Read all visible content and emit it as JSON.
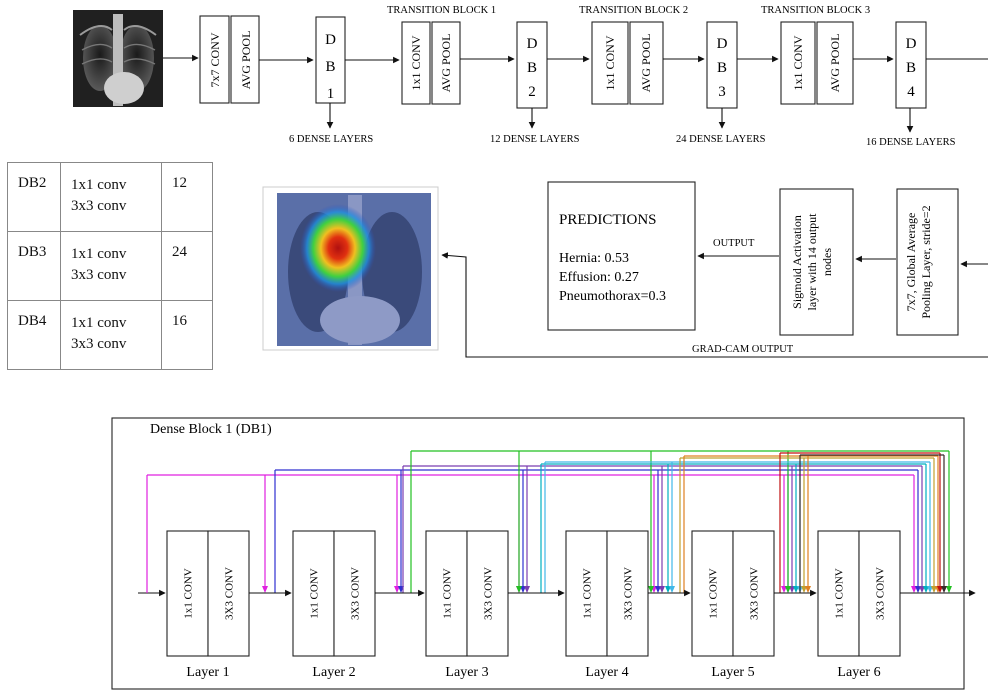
{
  "pipeline": {
    "first_conv": "7x7 CONV",
    "first_pool": "AVG POOL",
    "dense_blocks": [
      {
        "letters": [
          "D",
          "B",
          "1"
        ],
        "layers_label": "6 DENSE LAYERS"
      },
      {
        "letters": [
          "D",
          "B",
          "2"
        ],
        "layers_label": "12 DENSE LAYERS"
      },
      {
        "letters": [
          "D",
          "B",
          "3"
        ],
        "layers_label": "24 DENSE LAYERS"
      },
      {
        "letters": [
          "D",
          "B",
          "4"
        ],
        "layers_label": "16  DENSE LAYERS"
      }
    ],
    "transition_blocks": [
      {
        "title": "TRANSITION BLOCK 1",
        "conv": "1x1 CONV",
        "pool": "AVG POOL"
      },
      {
        "title": "TRANSITION BLOCK 2",
        "conv": "1x1 CONV",
        "pool": "AVG POOL"
      },
      {
        "title": "TRANSITION BLOCK 3",
        "conv": "1x1 CONV",
        "pool": "AVG POOL"
      }
    ]
  },
  "db_table": [
    {
      "block": "DB2",
      "ops": [
        "1x1 conv",
        "3x3 conv"
      ],
      "count": "12"
    },
    {
      "block": "DB3",
      "ops": [
        "1x1 conv",
        "3x3 conv"
      ],
      "count": "24"
    },
    {
      "block": "DB4",
      "ops": [
        "1x1 conv",
        "3x3 conv"
      ],
      "count": "16"
    }
  ],
  "outputs": {
    "predictions_title": "PREDICTIONS",
    "predictions": [
      "Hernia: 0.53",
      "Effusion: 0.27",
      "Pneumothorax=0.3"
    ],
    "output_label": "OUTPUT",
    "sigmoid_lines": [
      "Sigmoid Activation",
      "layer with 14 output",
      "nodes"
    ],
    "pool_lines": [
      "7x7, Global Average",
      "Pooling Layer, stride=2"
    ],
    "gradcam_label": "GRAD-CAM OUTPUT"
  },
  "dense_block_detail": {
    "title": "Dense Block 1 (DB1)",
    "layers": [
      {
        "name": "Layer 1",
        "conv1": "1x1 CONV",
        "conv3": "3X3 CONV"
      },
      {
        "name": "Layer 2",
        "conv1": "1x1 CONV",
        "conv3": "3X3 CONV"
      },
      {
        "name": "Layer 3",
        "conv1": "1x1 CONV",
        "conv3": "3X3 CONV"
      },
      {
        "name": "Layer 4",
        "conv1": "1x1 CONV",
        "conv3": "3X3 CONV"
      },
      {
        "name": "Layer 5",
        "conv1": "1x1 CONV",
        "conv3": "3X3 CONV"
      },
      {
        "name": "Layer 6",
        "conv1": "1x1 CONV",
        "conv3": "3X3 CONV"
      }
    ],
    "connection_colors": [
      "#e020e0",
      "#3030d0",
      "#7a3db0",
      "#22c022",
      "#00b0c0",
      "#40b8e8",
      "#c0a030",
      "#e08020",
      "#c01010",
      "#3a2a2a",
      "#7a7a20"
    ]
  }
}
